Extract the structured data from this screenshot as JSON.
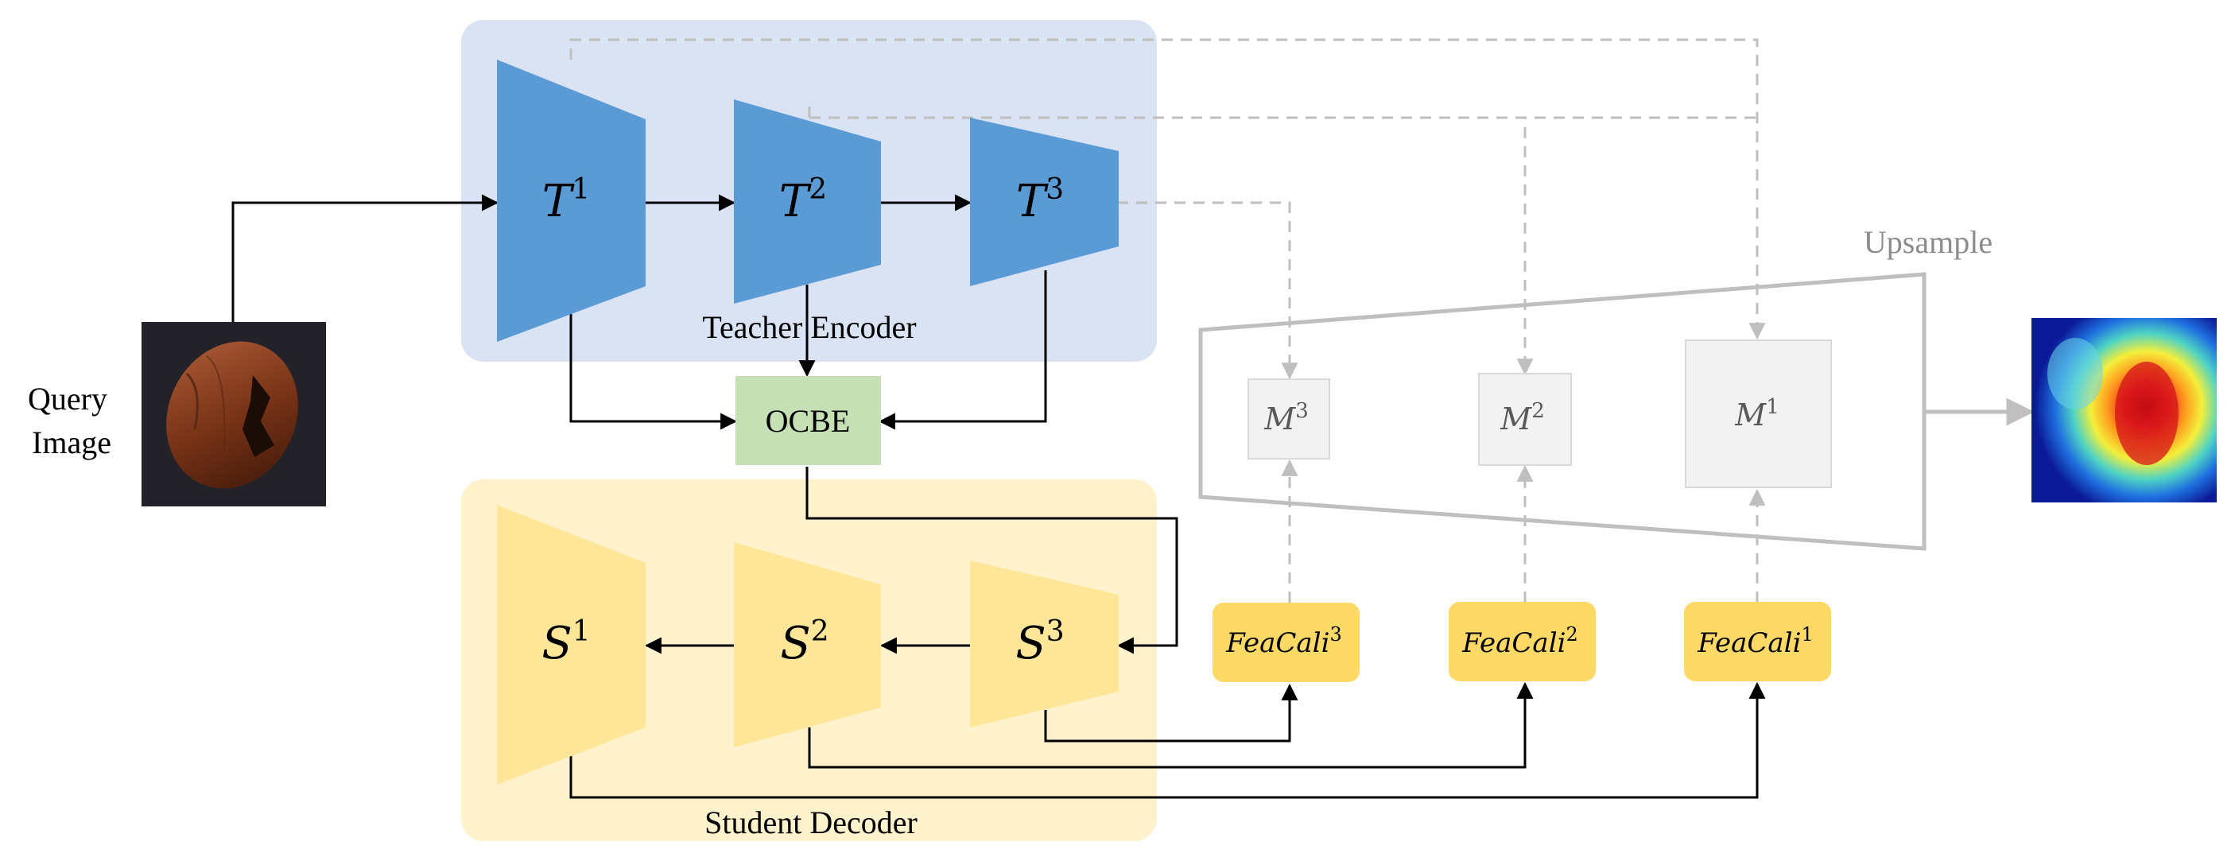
{
  "input": {
    "label_line1": "Query",
    "label_line2": "Image"
  },
  "teacher": {
    "group_label": "Teacher Encoder",
    "blocks": [
      {
        "base": "T",
        "sup": "1"
      },
      {
        "base": "T",
        "sup": "2"
      },
      {
        "base": "T",
        "sup": "3"
      }
    ]
  },
  "student": {
    "group_label": "Student Decoder",
    "blocks": [
      {
        "base": "S",
        "sup": "1"
      },
      {
        "base": "S",
        "sup": "2"
      },
      {
        "base": "S",
        "sup": "3"
      }
    ]
  },
  "ocbe": {
    "label": "OCBE"
  },
  "calibration": [
    {
      "base": "FeaCali",
      "sup": "3"
    },
    {
      "base": "FeaCali",
      "sup": "2"
    },
    {
      "base": "FeaCali",
      "sup": "1"
    }
  ],
  "maps": [
    {
      "base": "M",
      "sup": "3"
    },
    {
      "base": "M",
      "sup": "2"
    },
    {
      "base": "M",
      "sup": "1"
    }
  ],
  "upsample": {
    "label": "Upsample"
  },
  "colors": {
    "teacher_bg": "#dae3f3",
    "teacher_block": "#5b9bd5",
    "student_bg": "#fff2cc",
    "student_block": "#ffe699",
    "ocbe_fill": "#c5e0b4",
    "feacali_fill": "#ffd966",
    "map_fill": "#f2f2f2",
    "gray_line": "#bfbfbf",
    "arrow": "#000000"
  }
}
